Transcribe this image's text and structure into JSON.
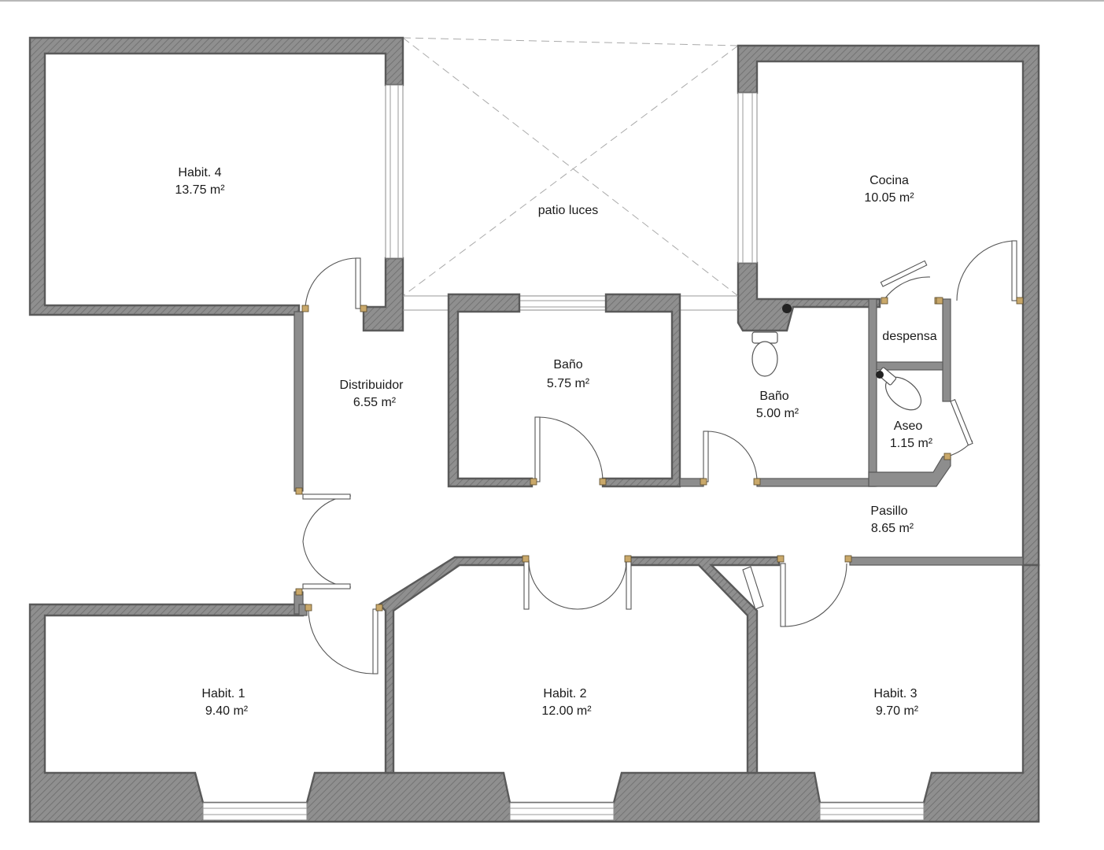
{
  "rooms": [
    {
      "id": "habit4",
      "name": "Habit. 4",
      "area": "13.75 m²"
    },
    {
      "id": "patio",
      "name": "patio luces",
      "area": ""
    },
    {
      "id": "cocina",
      "name": "Cocina",
      "area": "10.05 m²"
    },
    {
      "id": "distribuidor",
      "name": "Distribuidor",
      "area": "6.55 m²"
    },
    {
      "id": "bano1",
      "name": "Baño",
      "area": "5.75 m²"
    },
    {
      "id": "bano2",
      "name": "Baño",
      "area": "5.00 m²"
    },
    {
      "id": "despensa",
      "name": "despensa",
      "area": ""
    },
    {
      "id": "aseo",
      "name": "Aseo",
      "area": "1.15 m²"
    },
    {
      "id": "pasillo",
      "name": "Pasillo",
      "area": "8.65 m²"
    },
    {
      "id": "habit1",
      "name": "Habit. 1",
      "area": "9.40 m²"
    },
    {
      "id": "habit2",
      "name": "Habit. 2",
      "area": "12.00 m²"
    },
    {
      "id": "habit3",
      "name": "Habit. 3",
      "area": "9.70 m²"
    }
  ],
  "colors": {
    "wall": "#8d8d8d",
    "hatch": "#6e6e6e",
    "line": "#5a5a5a",
    "background": "#ffffff"
  }
}
